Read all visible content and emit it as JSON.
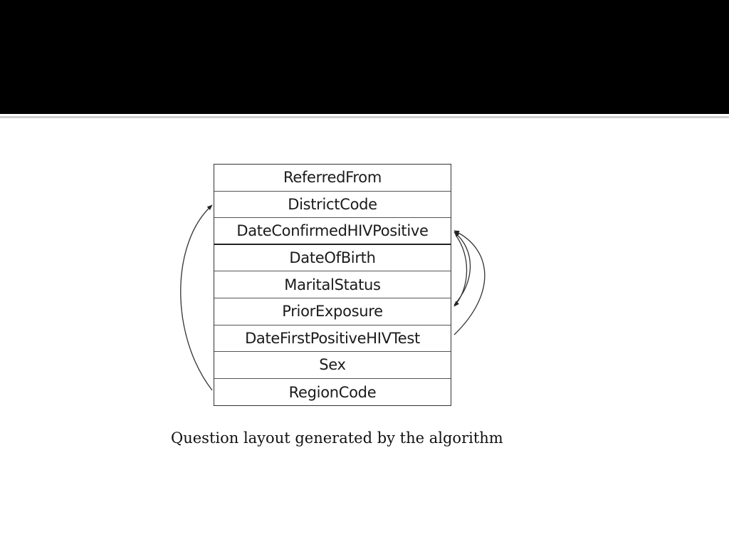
{
  "diagram": {
    "fields": [
      "ReferredFrom",
      "DistrictCode",
      "DateConfirmedHIVPositive",
      "DateOfBirth",
      "MaritalStatus",
      "PriorExposure",
      "DateFirstPositiveHIVTest",
      "Sex",
      "RegionCode"
    ],
    "arrows": [
      {
        "from": "RegionCode",
        "to": "DistrictCode",
        "side": "left"
      },
      {
        "from": "PriorExposure",
        "to": "DateConfirmedHIVPositive",
        "side": "right"
      },
      {
        "from": "DateFirstPositiveHIVTest",
        "to": "DateConfirmedHIVPositive",
        "side": "right"
      },
      {
        "from": "DateConfirmedHIVPositive",
        "to": "PriorExposure",
        "side": "right"
      }
    ]
  },
  "caption": "Question layout generated by the algorithm"
}
